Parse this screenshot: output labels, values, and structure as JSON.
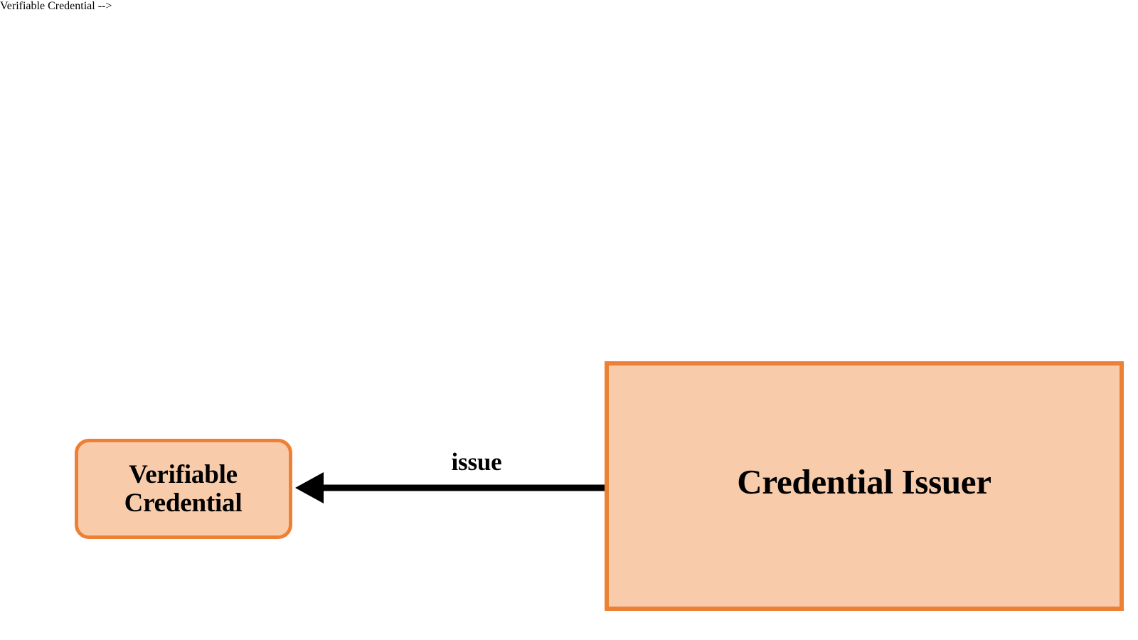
{
  "diagram": {
    "background_color": "#FFFFFF",
    "node_fill_color": "#F8CCAB",
    "node_border_color": "#ED8034",
    "edge_color": "#000000",
    "text_color": "#000000",
    "nodes": [
      {
        "id": "verifiable-credential",
        "label": "Verifiable\nCredential",
        "shape": "rounded-rectangle"
      },
      {
        "id": "credential-issuer",
        "label": "Credential Issuer",
        "shape": "rectangle"
      }
    ],
    "edges": [
      {
        "id": "issue",
        "label": "issue",
        "from": "credential-issuer",
        "to": "verifiable-credential",
        "direction": "left",
        "arrowhead": "filled-triangle"
      }
    ]
  }
}
